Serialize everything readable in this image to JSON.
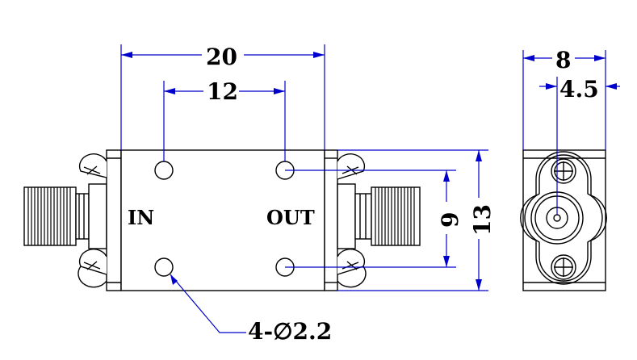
{
  "colors": {
    "outline": "#000000",
    "dimension": "#0000cc",
    "background": "#ffffff"
  },
  "labels": {
    "in_port": "IN",
    "out_port": "OUT"
  },
  "dimensions": {
    "body_length": "20",
    "hole_spacing_x": "12",
    "hole_spacing_y": "9",
    "body_height": "13",
    "side_width": "8",
    "center_offset": "4.5",
    "hole_callout": "4-∅2.2"
  }
}
